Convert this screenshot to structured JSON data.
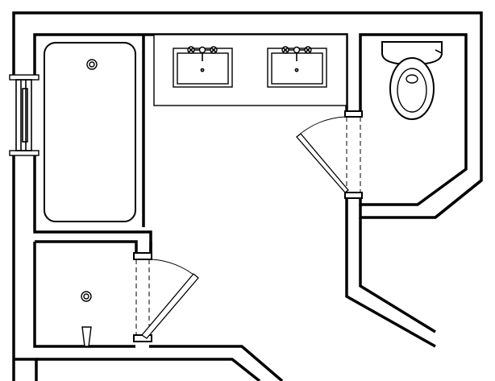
{
  "diagram": {
    "kind": "bathroom-floor-plan",
    "colors": {
      "line": "#000000",
      "background": "#ffffff"
    },
    "fixtures": [
      "bathtub",
      "double-vanity",
      "toilet",
      "shower"
    ],
    "doors": [
      "toilet-room-door",
      "shower-door"
    ],
    "windows": [
      "left-wall-window"
    ]
  }
}
